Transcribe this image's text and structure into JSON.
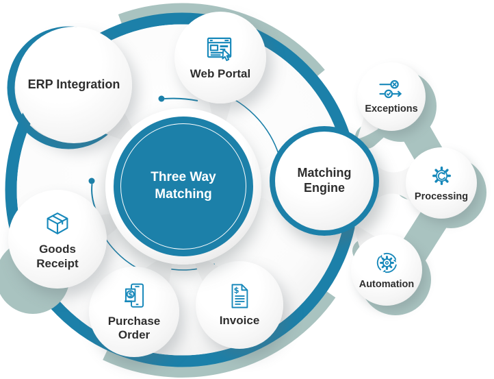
{
  "diagram": {
    "center_label": "Three Way Matching",
    "nodes": [
      {
        "id": "erp-integration",
        "label": "ERP Integration"
      },
      {
        "id": "web-portal",
        "label": "Web Portal",
        "icon": "browser-cursor-icon"
      },
      {
        "id": "matching-engine",
        "label": "Matching Engine"
      },
      {
        "id": "invoice",
        "label": "Invoice",
        "icon": "invoice-document-icon"
      },
      {
        "id": "purchase-order",
        "label": "Purchase Order",
        "icon": "phone-receipt-icon"
      },
      {
        "id": "goods-receipt",
        "label": "Goods Receipt",
        "icon": "package-box-icon"
      }
    ],
    "satellites": [
      {
        "id": "exceptions",
        "label": "Exceptions",
        "icon": "toggle-check-cross-icon"
      },
      {
        "id": "processing",
        "label": "Processing",
        "icon": "gear-sync-icon"
      },
      {
        "id": "automation",
        "label": "Automation",
        "icon": "gear-orbit-arrows-icon"
      }
    ],
    "icon_glyphs": {
      "currency": "$"
    },
    "colors": {
      "primary_teal": "#1c80a9",
      "icon_blue": "#1788ba",
      "sage": "#a9c3c0",
      "text_dark": "#2e2e2e",
      "white": "#ffffff"
    }
  }
}
